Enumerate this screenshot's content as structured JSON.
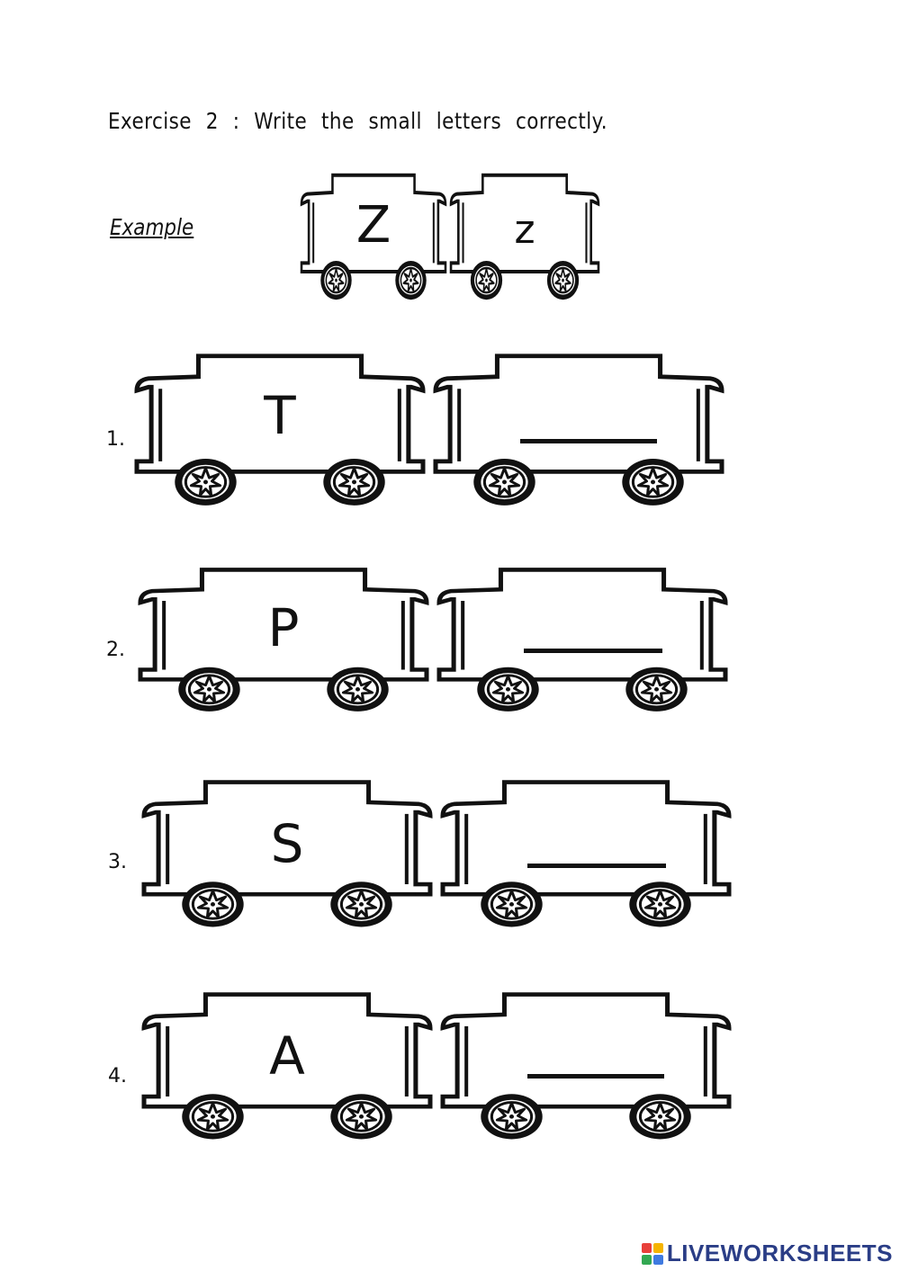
{
  "title": "Exercise 2 : Write the small letters correctly.",
  "example": {
    "label": "Example",
    "capital": "Z",
    "small": "z"
  },
  "rows": [
    {
      "number": "1.",
      "capital": "T"
    },
    {
      "number": "2.",
      "capital": "P"
    },
    {
      "number": "3.",
      "capital": "S"
    },
    {
      "number": "4.",
      "capital": "A"
    }
  ],
  "footer": {
    "brand": "LIVEWORKSHEETS",
    "brand_color": "#2a3d86",
    "logo_colors": [
      "#e8403a",
      "#f5b400",
      "#33a852",
      "#3f7ae0"
    ]
  }
}
